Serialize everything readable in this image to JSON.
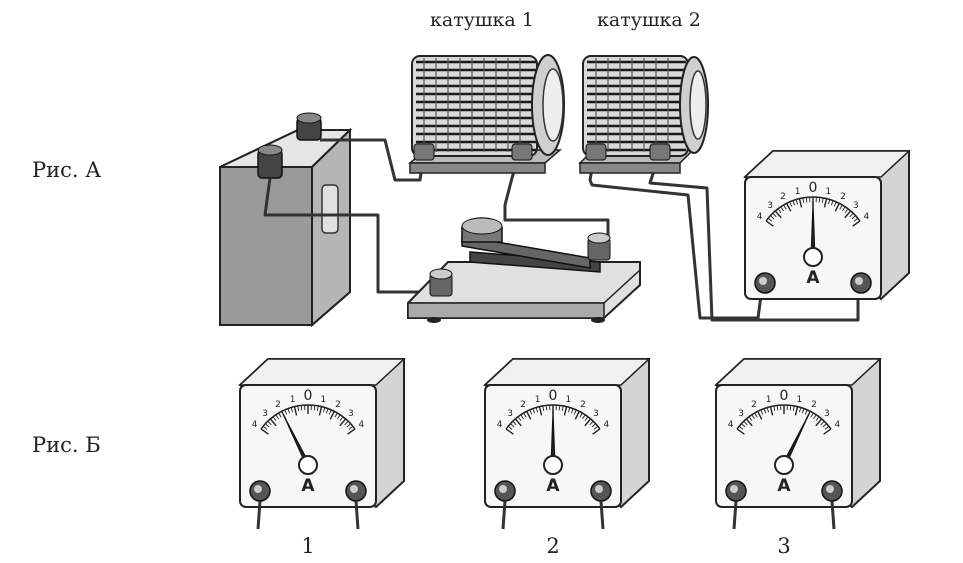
{
  "labels": {
    "fig_a": "Рис.  А",
    "fig_b": "Рис.  Б",
    "coil1": "катушка 1",
    "coil2": "катушка 2"
  },
  "meter_letter": "А",
  "scale_ticks": [
    "4",
    "3",
    "2",
    "1",
    "0",
    "1",
    "2",
    "3",
    "4"
  ],
  "fig_a_meter": {
    "reading": 0
  },
  "fig_b_meters": [
    {
      "number": "1",
      "reading": -2
    },
    {
      "number": "2",
      "reading": 0
    },
    {
      "number": "3",
      "reading": 2
    }
  ]
}
